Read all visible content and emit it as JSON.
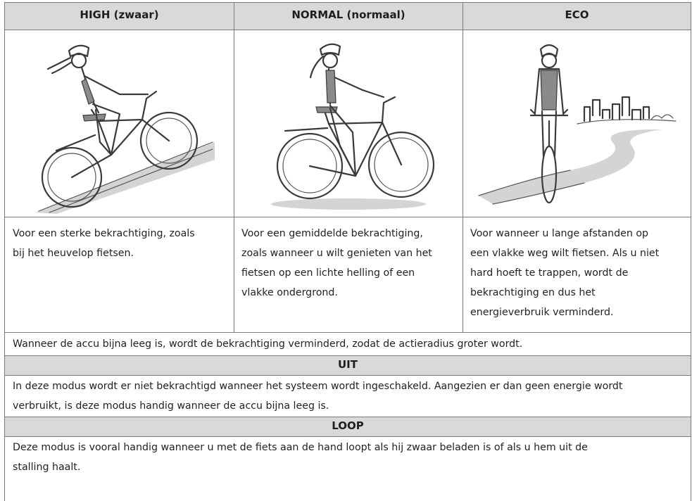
{
  "columns": [
    {
      "header": "HIGH (zwaar)",
      "illustration": "cyclist-climbing-hill-illustration",
      "lines": [
        "Voor een sterke bekrachtiging, zoals",
        "bij het heuvelop fietsen."
      ]
    },
    {
      "header": "NORMAL (normaal)",
      "illustration": "cyclist-riding-flat-illustration",
      "lines": [
        "Voor een gemiddelde bekrachtiging,",
        "zoals wanneer u wilt genieten van het",
        "fietsen op een lichte helling of een",
        "vlakke ondergrond."
      ]
    },
    {
      "header": "ECO",
      "illustration": "cyclist-on-long-road-illustration",
      "lines": [
        "Voor wanneer u lange afstanden op",
        "een vlakke weg wilt fietsen. Als u niet",
        "hard hoeft te trappen, wordt de",
        "bekrachtiging en dus het",
        "energieverbruik verminderd."
      ]
    }
  ],
  "low_battery_note": "Wanneer de accu bijna leeg is, wordt de bekrachtiging verminderd, zodat de actieradius groter wordt.",
  "uit": {
    "header": "UIT",
    "lines": [
      "In deze modus wordt er niet bekrachtigd wanneer het systeem wordt ingeschakeld. Aangezien er dan geen energie wordt",
      "verbruikt, is deze modus handig wanneer de accu bijna leeg is."
    ]
  },
  "loop": {
    "header": "LOOP",
    "lines": [
      "Deze modus is vooral handig wanneer u met de fiets aan de hand loopt als hij zwaar beladen is of als u hem uit de",
      "stalling haalt."
    ]
  },
  "colors": {
    "header_bg": "#d9d9d9",
    "border": "#7a7a7a",
    "text": "#222222"
  }
}
